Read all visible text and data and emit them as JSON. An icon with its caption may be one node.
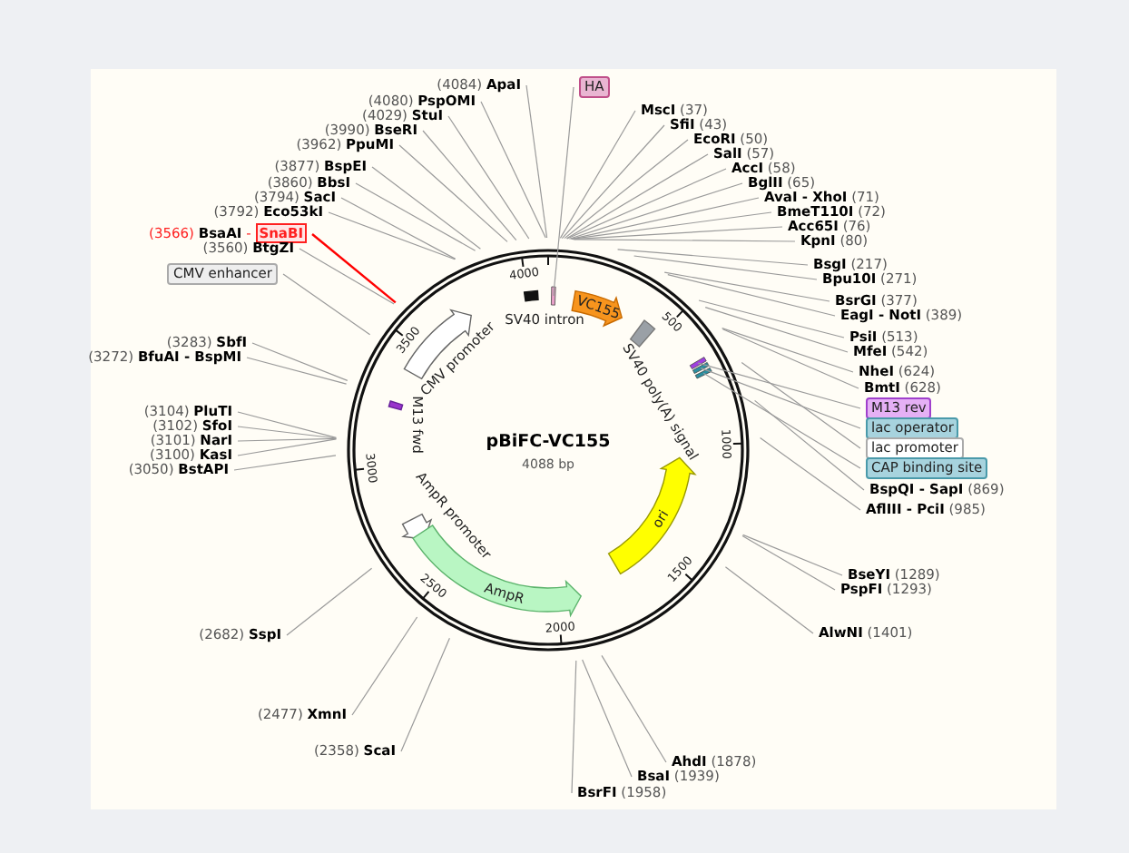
{
  "diagram": {
    "title": "pBiFC-VC155",
    "nodes": [
      {
        "text": [
          "(4084) **ApaI**"
        ]
      },
      {
        "text": [
          "(4080) **PspOMI**"
        ]
      },
      {
        "text": [
          "(4029) **StuI**"
        ]
      },
      {
        "text": [
          "(3990) **BseRI**"
        ]
      },
      {
        "text": [
          "(3962) **PpuMI**"
        ]
      },
      {
        "text": [
          "(3877) **BspEI**"
        ]
      },
      {
        "text": [
          "(3860) **BbsI**"
        ]
      },
      {
        "text": [
          "(3794) **SacI**"
        ]
      },
      {
        "text": [
          "(3792) **Eco53kI**"
        ]
      },
      {
        "text": [
          "(3566) **BsaAI** - **SnaBI**"
        ]
      },
      {
        "text": [
          "(3560) **BtgZI**"
        ]
      },
      {
        "text": [
          "CMV enhancer"
        ]
      },
      {
        "text": [
          "(3283) **SbfI**"
        ]
      },
      {
        "text": [
          "(3272) **BfuAI - BspMI**"
        ]
      },
      {
        "text": [
          "(3104) **PluTI**"
        ]
      },
      {
        "text": [
          "(3102) **SfoI**"
        ]
      },
      {
        "text": [
          "(3101) **NarI**"
        ]
      },
      {
        "text": [
          "(3100) **KasI**"
        ]
      },
      {
        "text": [
          "(3050) **BstAPI**"
        ]
      },
      {
        "text": [
          "(2682) **SspI**"
        ]
      },
      {
        "text": [
          "(2477) **XmnI**"
        ]
      },
      {
        "text": [
          "(2358) **ScaI**"
        ]
      },
      {
        "text": [
          "HA"
        ]
      },
      {
        "text": [
          "**MscI** (37)"
        ]
      },
      {
        "text": [
          "**SfiI** (43)"
        ]
      },
      {
        "text": [
          "**EcoRI** (50)"
        ]
      },
      {
        "text": [
          "**SalI** (57)"
        ]
      },
      {
        "text": [
          "**AccI** (58)"
        ]
      },
      {
        "text": [
          "**BglII** (65)"
        ]
      },
      {
        "text": [
          "**AvaI - XhoI** (71)"
        ]
      },
      {
        "text": [
          "**BmeT110I** (72)"
        ]
      },
      {
        "text": [
          "**Acc65I** (76)"
        ]
      },
      {
        "text": [
          "**KpnI** (80)"
        ]
      },
      {
        "text": [
          "**BsgI** (217)"
        ]
      },
      {
        "text": [
          "**Bpu10I** (271)"
        ]
      },
      {
        "text": [
          "**BsrGI** (377)"
        ]
      },
      {
        "text": [
          "**EagI - NotI** (389)"
        ]
      },
      {
        "text": [
          "**PsiI** (513)"
        ]
      },
      {
        "text": [
          "**MfeI** (542)"
        ]
      },
      {
        "text": [
          "**NheI** (624)"
        ]
      },
      {
        "text": [
          "**BmtI** (628)"
        ]
      },
      {
        "text": [
          "M13 rev"
        ]
      },
      {
        "text": [
          "lac operator"
        ]
      },
      {
        "text": [
          "lac promoter"
        ]
      },
      {
        "text": [
          "CAP binding site"
        ]
      },
      {
        "text": [
          "**BspQI - SapI** (869)"
        ]
      },
      {
        "text": [
          "**AflIII - PciI** (985)"
        ]
      },
      {
        "text": [
          "**BseYI** (1289)"
        ]
      },
      {
        "text": [
          "**PspFI** (1293)"
        ]
      },
      {
        "text": [
          "**AlwNI** (1401)"
        ]
      },
      {
        "text": [
          "**AhdI** (1878)"
        ]
      },
      {
        "text": [
          "**BsaI** (1939)"
        ]
      },
      {
        "text": [
          "**BsrFI** (1958)"
        ]
      },
      {
        "text": [
          "SV40 intron"
        ]
      },
      {
        "text": [
          "VC155"
        ]
      },
      {
        "text": [
          "SV40 poly(A) signal"
        ]
      },
      {
        "text": [
          "CMV promoter"
        ]
      },
      {
        "text": [
          "M13 fwd"
        ]
      },
      {
        "text": [
          "AmpR promoter"
        ]
      },
      {
        "text": [
          "AmpR"
        ]
      },
      {
        "text": [
          "ori"
        ]
      },
      {
        "text": [],
        "shape": "bar"
      },
      {
        "text": [],
        "shape": "bar"
      },
      {
        "text": [],
        "shape": "bar"
      },
      {
        "text": [],
        "shape": "bar"
      }
    ],
    "edges": [
      {
        "from": 0,
        "to": null,
        "arrow": "none"
      },
      {
        "from": 1,
        "to": null,
        "arrow": "none"
      },
      {
        "from": 2,
        "to": null,
        "arrow": "none"
      },
      {
        "from": 3,
        "to": null,
        "arrow": "none"
      },
      {
        "from": 4,
        "to": null,
        "arrow": "none"
      },
      {
        "from": 5,
        "to": null,
        "arrow": "none"
      },
      {
        "from": 6,
        "to": null,
        "arrow": "none"
      },
      {
        "from": 7,
        "to": null,
        "arrow": "none"
      },
      {
        "from": 8,
        "to": null,
        "arrow": "none"
      },
      {
        "from": 9,
        "to": null,
        "arrow": "none",
        "color": "#ff0000"
      },
      {
        "from": 10,
        "to": null,
        "arrow": "none"
      },
      {
        "from": 11,
        "to": null,
        "arrow": "none"
      },
      {
        "from": 12,
        "to": null,
        "arrow": "none"
      },
      {
        "from": 13,
        "to": null,
        "arrow": "none"
      },
      {
        "from": 14,
        "to": null,
        "arrow": "none"
      },
      {
        "from": 15,
        "to": null,
        "arrow": "none"
      },
      {
        "from": 16,
        "to": null,
        "arrow": "none"
      },
      {
        "from": 17,
        "to": null,
        "arrow": "none"
      },
      {
        "from": 18,
        "to": null,
        "arrow": "none"
      },
      {
        "from": 19,
        "to": null,
        "arrow": "none"
      },
      {
        "from": 20,
        "to": null,
        "arrow": "none"
      },
      {
        "from": 21,
        "to": null,
        "arrow": "none"
      },
      {
        "from": 22,
        "to": 61,
        "arrow": "none"
      },
      {
        "from": 23,
        "to": null,
        "arrow": "none"
      },
      {
        "from": 24,
        "to": null,
        "arrow": "none"
      },
      {
        "from": 25,
        "to": null,
        "arrow": "none"
      },
      {
        "from": 26,
        "to": null,
        "arrow": "none"
      },
      {
        "from": 27,
        "to": null,
        "arrow": "none"
      },
      {
        "from": 28,
        "to": null,
        "arrow": "none"
      },
      {
        "from": 29,
        "to": null,
        "arrow": "none"
      },
      {
        "from": 30,
        "to": null,
        "arrow": "none"
      },
      {
        "from": 31,
        "to": null,
        "arrow": "none"
      },
      {
        "from": 32,
        "to": null,
        "arrow": "none"
      },
      {
        "from": 33,
        "to": null,
        "arrow": "none"
      },
      {
        "from": 34,
        "to": null,
        "arrow": "none"
      },
      {
        "from": 35,
        "to": null,
        "arrow": "none"
      },
      {
        "from": 36,
        "to": null,
        "arrow": "none"
      },
      {
        "from": 37,
        "to": null,
        "arrow": "none"
      },
      {
        "from": 38,
        "to": null,
        "arrow": "none"
      },
      {
        "from": 39,
        "to": null,
        "arrow": "none"
      },
      {
        "from": 40,
        "to": null,
        "arrow": "none"
      },
      {
        "from": 41,
        "to": 62,
        "arrow": "none"
      },
      {
        "from": 42,
        "to": 63,
        "arrow": "none"
      },
      {
        "from": 43,
        "to": null,
        "arrow": "none"
      },
      {
        "from": 44,
        "to": 64,
        "arrow": "none"
      },
      {
        "from": 45,
        "to": null,
        "arrow": "none"
      },
      {
        "from": 46,
        "to": null,
        "arrow": "none"
      },
      {
        "from": 47,
        "to": null,
        "arrow": "none"
      },
      {
        "from": 48,
        "to": null,
        "arrow": "none"
      },
      {
        "from": 49,
        "to": null,
        "arrow": "none"
      },
      {
        "from": 50,
        "to": null,
        "arrow": "none"
      },
      {
        "from": 51,
        "to": null,
        "arrow": "none"
      },
      {
        "from": 52,
        "to": null,
        "arrow": "none"
      }
    ],
    "labels": [
      "4000",
      "500",
      "1000",
      "1500",
      "2000",
      "2500",
      "3000",
      "3500",
      "4088 bp"
    ]
  }
}
